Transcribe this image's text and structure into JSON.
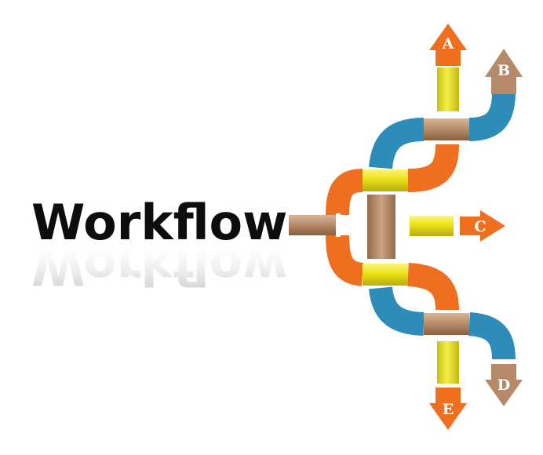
{
  "title": "Workflow",
  "outputs": [
    {
      "id": "A",
      "label": "A",
      "color": "#ee6f1f"
    },
    {
      "id": "B",
      "label": "B",
      "color": "#b68a68"
    },
    {
      "id": "C",
      "label": "C",
      "color": "#ee6f1f"
    },
    {
      "id": "D",
      "label": "D",
      "color": "#b68a68"
    },
    {
      "id": "E",
      "label": "E",
      "color": "#ee6f1f"
    }
  ],
  "colors": {
    "title": "#0d0d0d",
    "orange": "#ee6f1f",
    "blue": "#2d8db8",
    "yellow": "#e9e21a",
    "tan": "#b68a68",
    "background": "#ffffff"
  }
}
